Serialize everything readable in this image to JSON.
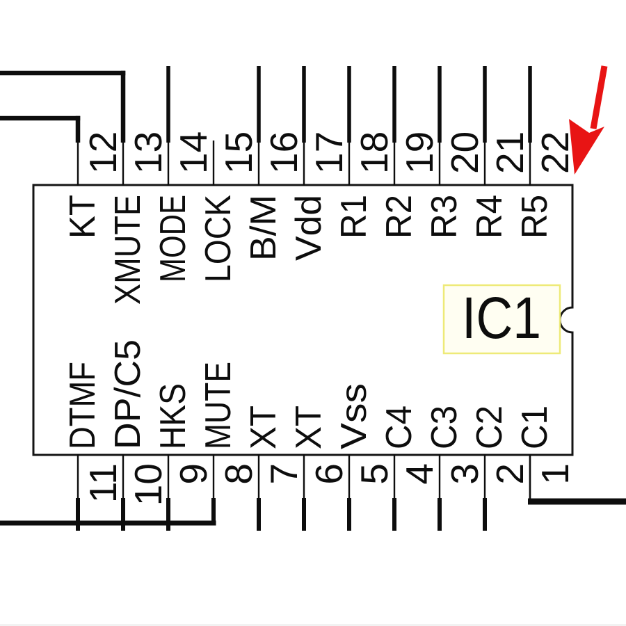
{
  "schematic": {
    "component": {
      "designator": "IC1",
      "top_pins": [
        {
          "number": "12",
          "label": "KT"
        },
        {
          "number": "13",
          "label": "XMUTE"
        },
        {
          "number": "14",
          "label": "MODE"
        },
        {
          "number": "15",
          "label": "LOCK"
        },
        {
          "number": "16",
          "label": "B/M"
        },
        {
          "number": "17",
          "label": "Vdd"
        },
        {
          "number": "18",
          "label": "R1"
        },
        {
          "number": "19",
          "label": "R2"
        },
        {
          "number": "20",
          "label": "R3"
        },
        {
          "number": "21",
          "label": "R4"
        },
        {
          "number": "22",
          "label": "R5"
        }
      ],
      "bottom_pins": [
        {
          "number": "11",
          "label": "DTMF"
        },
        {
          "number": "10",
          "label": "DP/C5"
        },
        {
          "number": "9",
          "label": "HKS"
        },
        {
          "number": "8",
          "label": "MUTE"
        },
        {
          "number": "7",
          "label": "XT"
        },
        {
          "number": "6",
          "label": "XT"
        },
        {
          "number": "5",
          "label": "Vss"
        },
        {
          "number": "4",
          "label": "C4"
        },
        {
          "number": "3",
          "label": "C3"
        },
        {
          "number": "2",
          "label": "C2"
        },
        {
          "number": "1",
          "label": "C1"
        }
      ]
    },
    "annotation_arrow": {
      "color": "#e81414",
      "target_pin": "22"
    },
    "colors": {
      "wire": "#0d0d0d",
      "outline": "#141414",
      "designator_box_border": "#eeea78",
      "designator_box_fill": "#fffef2",
      "background": "#ffffff",
      "bottom_strip": "#f2f2f2"
    }
  }
}
